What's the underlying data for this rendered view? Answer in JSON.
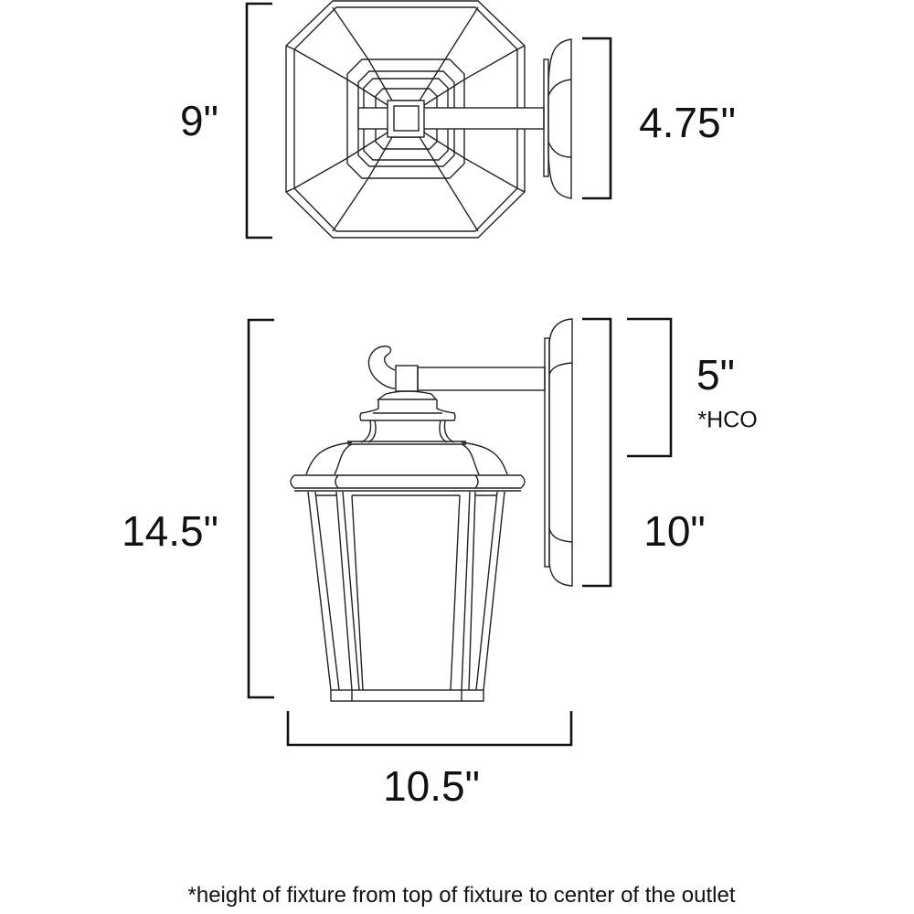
{
  "dimensions": {
    "top_view_depth": "9\"",
    "top_view_backplate_width": "4.75\"",
    "height": "14.5\"",
    "hco": "5\"",
    "hco_label": "*HCO",
    "backplate_height": "10\"",
    "width": "10.5\""
  },
  "footnote": "*height of fixture from top of fixture to center of the outlet"
}
